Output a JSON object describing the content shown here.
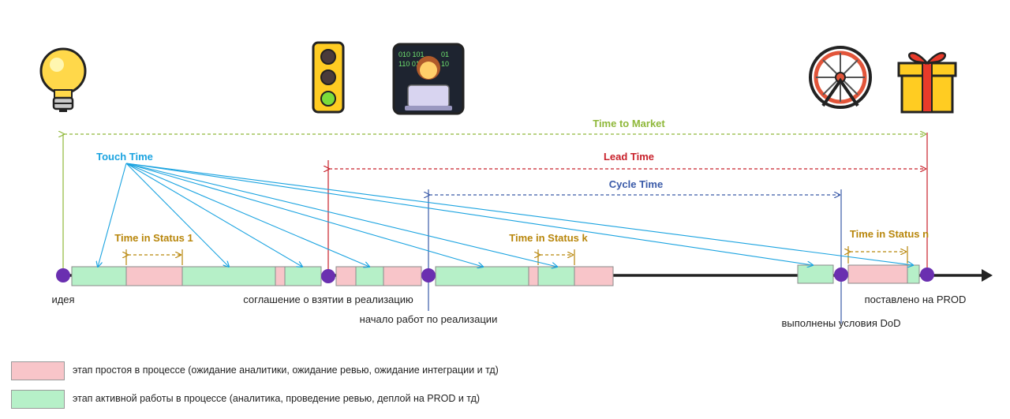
{
  "colors": {
    "idle": "#f8c5c9",
    "active": "#b6f0c8",
    "time_to_market": "#8fb83a",
    "lead_time": "#c8202a",
    "cycle_time": "#3a5aa8",
    "touch_time": "#1aa3e0",
    "status": "#b8860b",
    "milestone": "#6a2fb0",
    "axis": "#222222"
  },
  "icons": [
    "lightbulb-icon",
    "traffic-light-icon",
    "developer-icon",
    "ferris-wheel-icon",
    "gift-icon"
  ],
  "metrics": {
    "time_to_market": "Time to Market",
    "lead_time": "Lead Time",
    "cycle_time": "Cycle Time",
    "touch_time": "Touch Time",
    "status_1": "Time in Status 1",
    "status_k": "Time in Status k",
    "status_n": "Time in Status n"
  },
  "milestones": {
    "idea": "идея",
    "agreement": "соглашение о взятии в реализацию",
    "start": "начало работ по реализации",
    "dod": "выполнены условия DoD",
    "prod": "поставлено на PROD"
  },
  "legend": {
    "idle": "этап простоя в процессе (ожидание аналитики, ожидание ревью, ожидание интеграции и тд)",
    "active": "этап активной работы в процессе (аналитика, проведение ревью, деплой на PROD и тд)"
  }
}
